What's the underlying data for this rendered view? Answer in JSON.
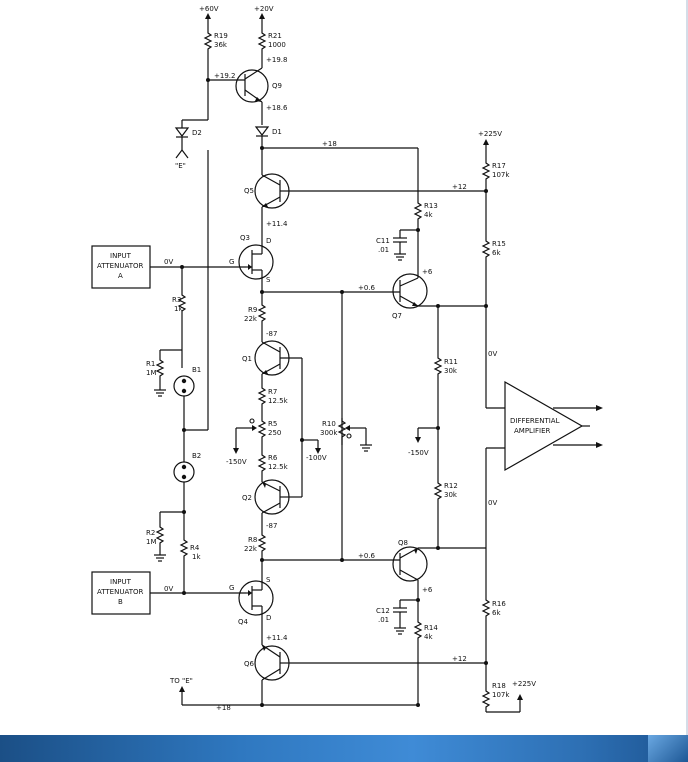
{
  "supplies": {
    "p60": "+60V",
    "p20": "+20V",
    "p225_top": "+225V",
    "p225_bot": "+225V"
  },
  "resistors": {
    "r19": {
      "name": "R19",
      "value": "36k"
    },
    "r21": {
      "name": "R21",
      "value": "1000"
    },
    "r17": {
      "name": "R17",
      "value": "107k"
    },
    "r13": {
      "name": "R13",
      "value": "4k"
    },
    "r15": {
      "name": "R15",
      "value": "6k"
    },
    "r3": {
      "name": "R3",
      "value": "1k"
    },
    "r9": {
      "name": "R9",
      "value": "22k"
    },
    "r1": {
      "name": "R1",
      "value": "1M"
    },
    "r7": {
      "name": "R7",
      "value": "12.5k"
    },
    "r5": {
      "name": "R5",
      "value": "250"
    },
    "r6": {
      "name": "R6",
      "value": "12.5k"
    },
    "r10": {
      "name": "R10",
      "value": "300k"
    },
    "r11": {
      "name": "R11",
      "value": "30k"
    },
    "r12": {
      "name": "R12",
      "value": "30k"
    },
    "r8": {
      "name": "R8",
      "value": "22k"
    },
    "r2": {
      "name": "R2",
      "value": "1M"
    },
    "r4": {
      "name": "R4",
      "value": "1k"
    },
    "r14": {
      "name": "R14",
      "value": "4k"
    },
    "r16": {
      "name": "R16",
      "value": "6k"
    },
    "r18": {
      "name": "R18",
      "value": "107k"
    }
  },
  "caps": {
    "c11": {
      "name": "C11",
      "value": ".01"
    },
    "c12": {
      "name": "C12",
      "value": ".01"
    }
  },
  "transistors": {
    "q9": "Q9",
    "q5": "Q5",
    "q3": "Q3",
    "q7": "Q7",
    "q1": "Q1",
    "q2": "Q2",
    "q8": "Q8",
    "q4": "Q4",
    "q6": "Q6"
  },
  "diodes": {
    "d1": "D1",
    "d2": "D2"
  },
  "bulbs": {
    "b1": "B1",
    "b2": "B2"
  },
  "pins": {
    "g": "G",
    "d": "D",
    "s": "S"
  },
  "voltages": {
    "v19_2": "+19.2",
    "v19_8": "+19.8",
    "v18_6": "+18.6",
    "v18_top": "+18",
    "v12_top": "+12",
    "v11_4_top": "+11.4",
    "v6_top": "+6",
    "v0_6_top": "+0.6",
    "vm87_top": "-87",
    "vm150_l": "-150V",
    "vm100": "-100V",
    "vm150_r": "-150V",
    "vm87_bot": "-87",
    "v0_6_bot": "+0.6",
    "v6_bot": "+6",
    "v11_4_bot": "+11.4",
    "v12_bot": "+12",
    "v18_bot": "+18",
    "v0_a": "0V",
    "v0_b": "0V",
    "v0_upper_right": "0V",
    "v0_lower_right": "0V"
  },
  "labels": {
    "e_quote": "\"E\"",
    "to_e": "TO \"E\"",
    "att_a_1": "INPUT",
    "att_a_2": "ATTENUATOR",
    "att_a_3": "A",
    "att_b_1": "INPUT",
    "att_b_2": "ATTENUATOR",
    "att_b_3": "B",
    "diff_1": "DIFFERENTIAL",
    "diff_2": "AMPLIFIER"
  }
}
